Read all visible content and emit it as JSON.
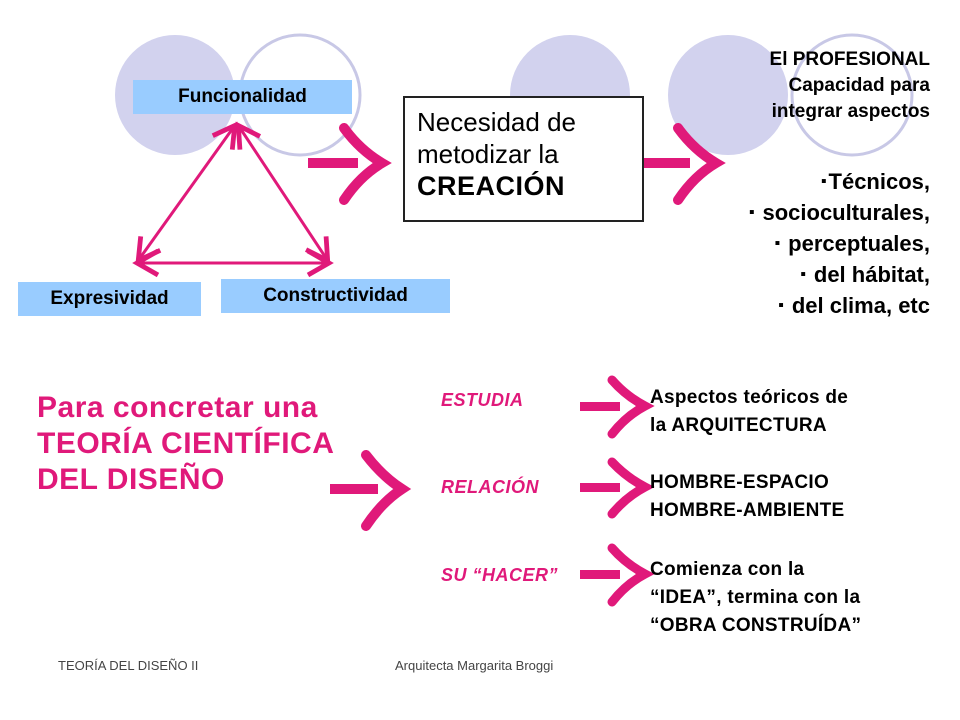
{
  "top_left": {
    "funcionalidad": "Funcionalidad",
    "expresividad": "Expresividad",
    "constructividad": "Constructividad"
  },
  "creacion_box": {
    "line1": "Necesidad de",
    "line2": "metodizar la",
    "line3": "CREACIÓN"
  },
  "profesional": {
    "line1": "El  PROFESIONAL",
    "line2": "Capacidad para",
    "line3": "integrar aspectos"
  },
  "aspects": [
    "Técnicos,",
    "socioculturales,",
    "perceptuales,",
    "del hábitat,",
    "del clima, etc"
  ],
  "theory_title": {
    "line1": "Para concretar una",
    "line2": "TEORÍA CIENTÍFICA",
    "line3": "DEL DISEÑO"
  },
  "rows": [
    {
      "verb": "ESTUDIA",
      "result_line1": "Aspectos teóricos de",
      "result_line2": "la ARQUITECTURA",
      "result_line3": ""
    },
    {
      "verb": "RELACIÓN",
      "result_line1": "HOMBRE-ESPACIO",
      "result_line2": "HOMBRE-AMBIENTE",
      "result_line3": ""
    },
    {
      "verb": "SU “HACER”",
      "result_line1": "Comienza con la",
      "result_line2": "“IDEA”, termina con la",
      "result_line3": "“OBRA CONSTRUÍDA”"
    }
  ],
  "footer": {
    "left": "TEORÍA  DEL DISEÑO II",
    "center": "Arquitecta Margarita Broggi"
  },
  "colors": {
    "accent": "#e0197a",
    "label_box": "#99ccff",
    "circle_fill": "#d2d2ee",
    "circle_stroke": "#c8c8e6"
  }
}
